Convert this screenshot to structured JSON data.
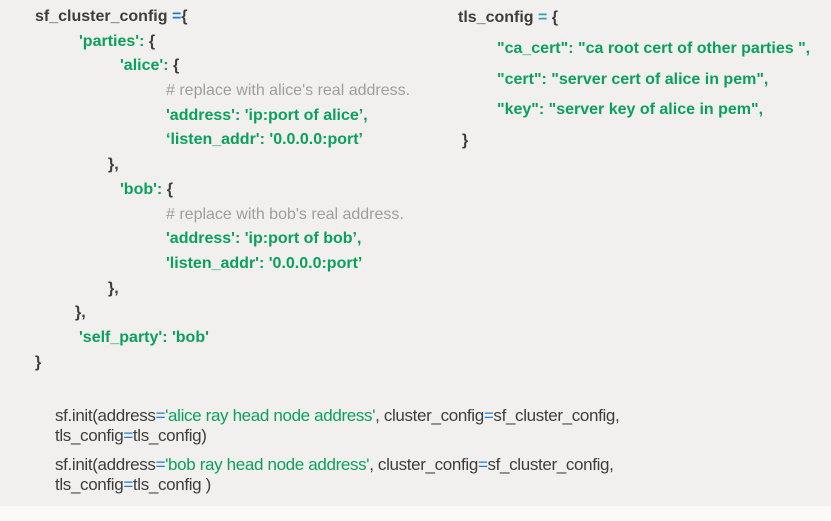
{
  "palette": {
    "background": "#f2f0ee",
    "bottom_strip": "#faf9f7",
    "text_dark": "#3d3d3d",
    "string_green": "#0ba15c",
    "comment_gray": "#9e9e9e",
    "equals_blue": "#1e7bd3",
    "equals_teal": "#2fa3b1"
  },
  "left_block": {
    "title": "sf_cluster_config",
    "lines": [
      {
        "indent": 0,
        "segments": [
          {
            "text": "sf_cluster_config ",
            "color": "dark"
          },
          {
            "text": "=",
            "color": "blue"
          },
          {
            "text": "{",
            "color": "dark"
          }
        ]
      },
      {
        "indent": 44,
        "segments": [
          {
            "text": "'parties':",
            "color": "green"
          },
          {
            "text": " {",
            "color": "dark"
          }
        ]
      },
      {
        "indent": 85,
        "segments": [
          {
            "text": "'alice':",
            "color": "green"
          },
          {
            "text": " {",
            "color": "dark"
          }
        ]
      },
      {
        "indent": 131,
        "segments": [
          {
            "text": "# replace with alice's real address.",
            "color": "gray"
          }
        ]
      },
      {
        "indent": 131,
        "segments": [
          {
            "text": "'address': 'ip:port of alice’,",
            "color": "green"
          }
        ]
      },
      {
        "indent": 131,
        "segments": [
          {
            "text": "‘listen_addr': '0.0.0.0:port’",
            "color": "green"
          }
        ]
      },
      {
        "indent": 73,
        "segments": [
          {
            "text": "},",
            "color": "dark"
          }
        ]
      },
      {
        "indent": 85,
        "segments": [
          {
            "text": "'bob':",
            "color": "green"
          },
          {
            "text": " {",
            "color": "dark"
          }
        ]
      },
      {
        "indent": 131,
        "segments": [
          {
            "text": "# replace with bob's real address.",
            "color": "gray"
          }
        ]
      },
      {
        "indent": 131,
        "segments": [
          {
            "text": "'address': 'ip:port of bob’,",
            "color": "green"
          }
        ]
      },
      {
        "indent": 131,
        "segments": [
          {
            "text": "'listen_addr': '0.0.0.0:port’",
            "color": "green"
          }
        ]
      },
      {
        "indent": 73,
        "segments": [
          {
            "text": "},",
            "color": "dark"
          }
        ]
      },
      {
        "indent": 40,
        "segments": [
          {
            "text": "},",
            "color": "dark"
          }
        ]
      },
      {
        "indent": 44,
        "segments": [
          {
            "text": "'self_party': 'bob'",
            "color": "green"
          }
        ]
      },
      {
        "indent": 0,
        "segments": [
          {
            "text": "}",
            "color": "dark"
          }
        ]
      }
    ]
  },
  "right_block": {
    "title": "tls_config",
    "lines": [
      {
        "indent": 0,
        "segments": [
          {
            "text": "tls_config ",
            "color": "dark"
          },
          {
            "text": "=",
            "color": "teal"
          },
          {
            "text": " {",
            "color": "dark"
          }
        ]
      },
      {
        "indent": 39,
        "segments": [
          {
            "text": "\"ca_cert\": \"ca root cert of other parties \",",
            "color": "green"
          }
        ]
      },
      {
        "indent": 39,
        "segments": [
          {
            "text": "\"cert\": \"server cert of alice in pem\",",
            "color": "green"
          }
        ]
      },
      {
        "indent": 39,
        "segments": [
          {
            "text": "\"key\": \"server key of alice in pem\",",
            "color": "green"
          }
        ]
      },
      {
        "indent": 4,
        "segments": [
          {
            "text": "}",
            "color": "dark"
          }
        ]
      }
    ]
  },
  "init_calls": [
    {
      "party": "alice",
      "lines": [
        {
          "indent": 0,
          "segments": [
            {
              "text": "sf.init(address",
              "color": "dark"
            },
            {
              "text": "=",
              "color": "blue"
            },
            {
              "text": "'alice ray head node address'",
              "color": "green"
            },
            {
              "text": ", cluster_config",
              "color": "dark"
            },
            {
              "text": "=",
              "color": "blue"
            },
            {
              "text": "sf_cluster_config,",
              "color": "dark"
            }
          ]
        },
        {
          "indent": 0,
          "segments": [
            {
              "text": "tls_config",
              "color": "dark"
            },
            {
              "text": "=",
              "color": "blue"
            },
            {
              "text": "tls_config)",
              "color": "dark"
            }
          ]
        }
      ]
    },
    {
      "party": "bob",
      "lines": [
        {
          "indent": 0,
          "segments": [
            {
              "text": "sf.init(address",
              "color": "dark"
            },
            {
              "text": "=",
              "color": "blue"
            },
            {
              "text": "'bob ray head node address'",
              "color": "green"
            },
            {
              "text": ", cluster_config",
              "color": "dark"
            },
            {
              "text": "=",
              "color": "blue"
            },
            {
              "text": "sf_cluster_config,",
              "color": "dark"
            }
          ]
        },
        {
          "indent": 0,
          "segments": [
            {
              "text": "tls_config",
              "color": "dark"
            },
            {
              "text": "=",
              "color": "blue"
            },
            {
              "text": "tls_config )",
              "color": "dark"
            }
          ]
        }
      ]
    }
  ]
}
